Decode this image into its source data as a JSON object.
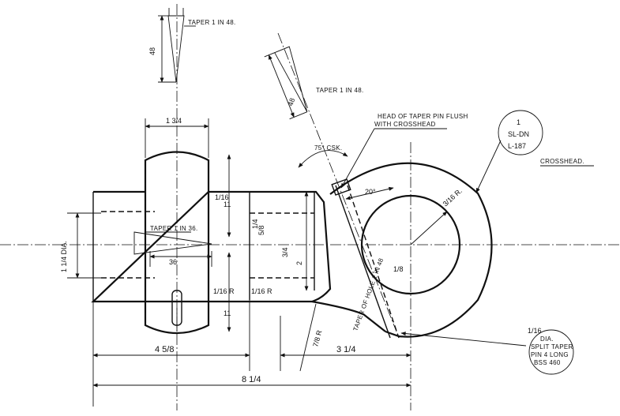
{
  "labels": {
    "taper_top": "TAPER 1 IN 48.",
    "taper_angled": "TAPER 1 IN 48.",
    "head_note_1": "HEAD OF TAPER PIN FLUSH",
    "head_note_2": "WITH CROSSHEAD",
    "csk": "75° CSK.",
    "title": "CROSSHEAD.",
    "taper_left": "TAPER 1 IN 36.",
    "taper_of_hole": "TAPER OF HOLE 1 IN 48",
    "stamp_1": "1",
    "stamp_2": "SL-DN",
    "stamp_3": "L-187",
    "pin_1": "DIA.",
    "pin_2": "SPLIT TAPER",
    "pin_3": "PIN 4 LONG",
    "pin_4": "BSS 460"
  },
  "dims": {
    "d48_top": "48",
    "d48_angled": "48",
    "d_1_34": "1 3/4",
    "d_1_16_top": "1/16",
    "d_11_top": "11",
    "d_11_bot": "11",
    "d_20": "20°",
    "d_3_16r_top": "3/16 R.",
    "d_1_8": "1/8",
    "d_1_14_dia": "1 1/4 DIA.",
    "d_36": "36",
    "d_5_8": "5/8",
    "d_3_4": "3/4",
    "d_2": "2",
    "d_1_16r_a": "1/16 R",
    "d_1_16r_b": "1/16 R",
    "d_1_4": "1/4",
    "d_7_8_r": "7/8 R",
    "d_4_58": "4 5/8",
    "d_3_14": "3 1/4",
    "d_8_14": "8 1/4",
    "d_1_16_dia": "1/16"
  }
}
